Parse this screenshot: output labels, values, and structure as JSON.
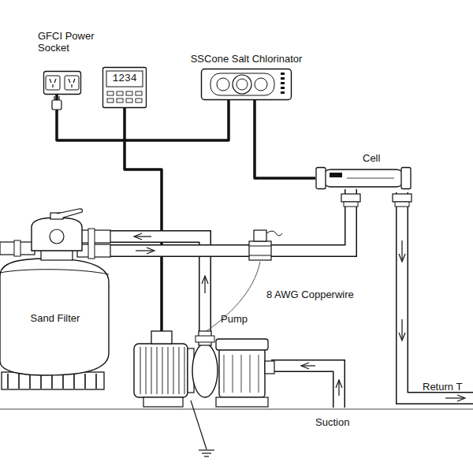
{
  "diagram": {
    "nodes": [
      {
        "text": [
          "GFCI Power Socket"
        ]
      },
      {
        "text": [
          "1234"
        ]
      },
      {
        "text": [
          "SSCone Salt Chlorinator"
        ]
      },
      {
        "text": [
          "Cell"
        ]
      },
      {
        "text": [
          "Sand Filter"
        ]
      },
      {
        "text": [
          "Pump"
        ]
      }
    ],
    "edges": [
      {
        "from": 0,
        "to": 2,
        "arrow": "none"
      },
      {
        "from": 1,
        "to": 5,
        "arrow": "none"
      },
      {
        "from": 2,
        "to": 3,
        "arrow": "none"
      },
      {
        "from": 5,
        "to": 4,
        "arrow": "none"
      },
      {
        "from": 4,
        "to": 3,
        "arrow": "none"
      }
    ],
    "labels": [
      "8 AWG Copperwire",
      "Suction",
      "Return T"
    ]
  }
}
